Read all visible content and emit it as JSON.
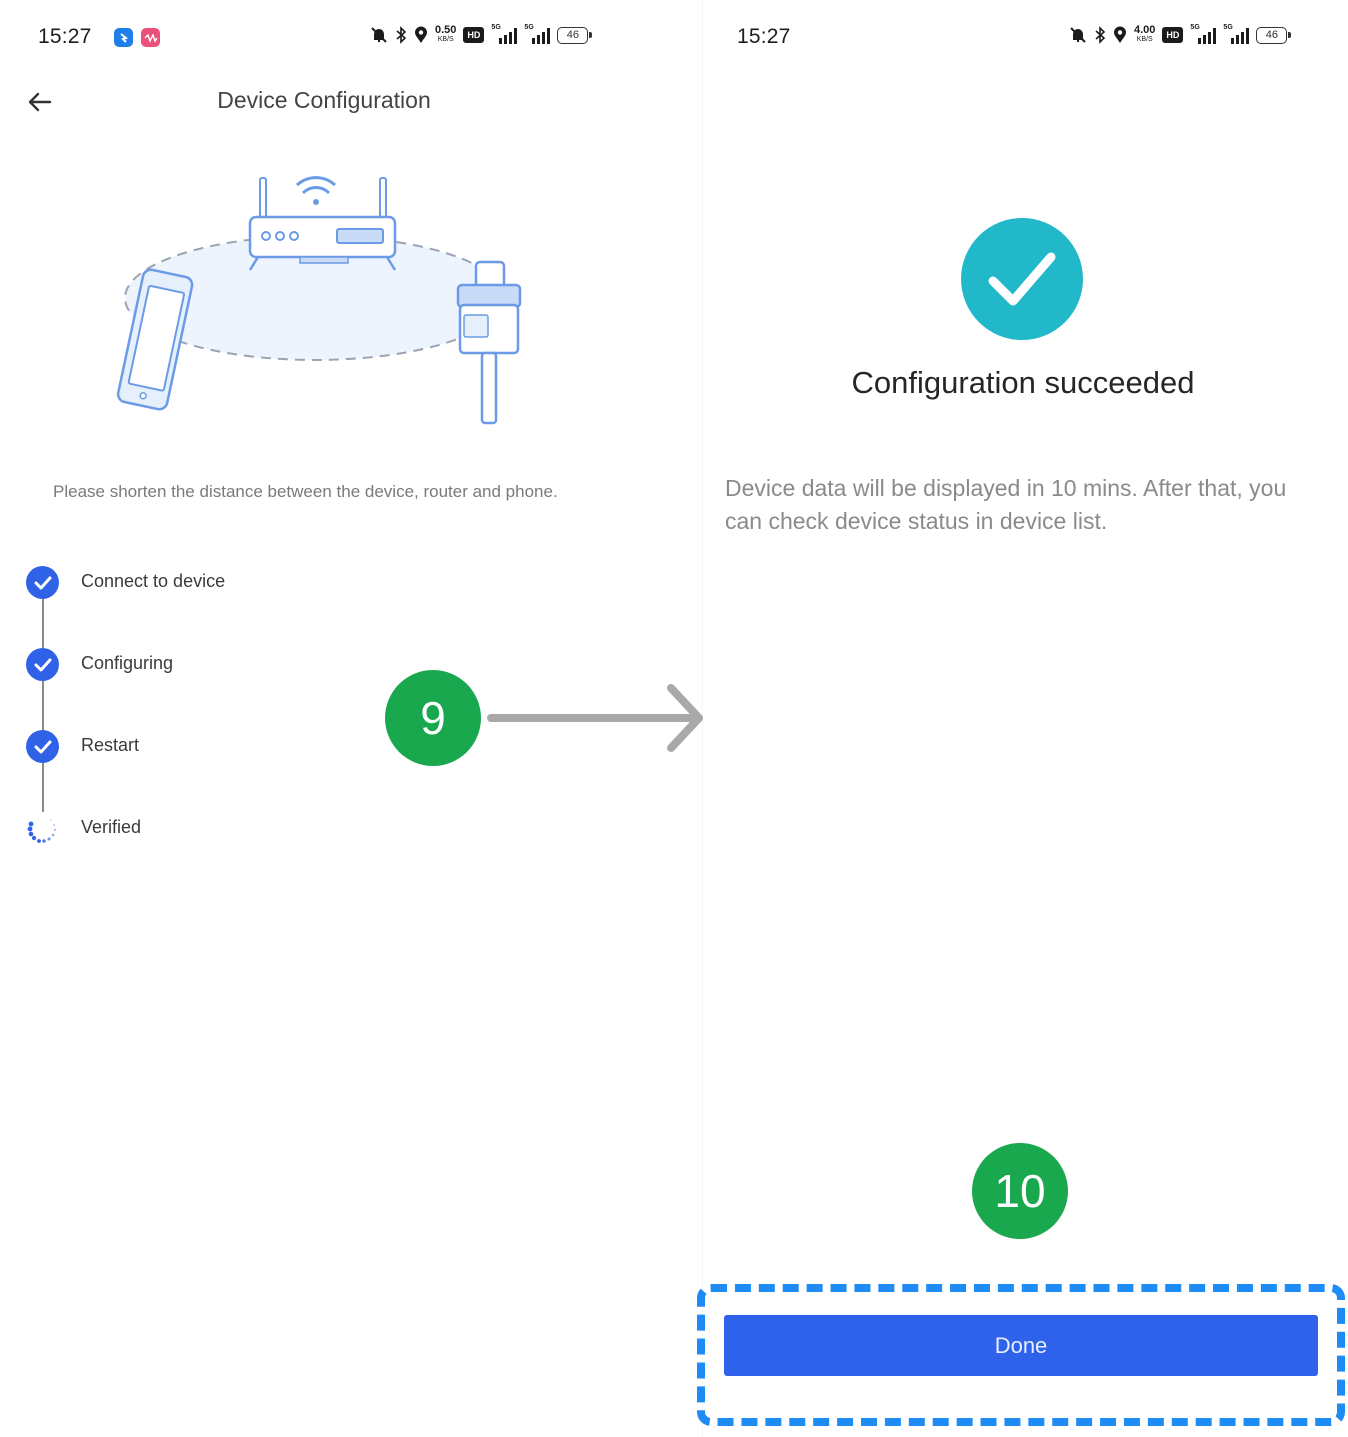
{
  "left_screen": {
    "status_bar": {
      "time": "15:27",
      "notification_icons": [
        "blue-app-icon",
        "pink-app-icon"
      ],
      "net_speed_value": "0.50",
      "net_speed_unit": "KB/S",
      "hd_label": "HD",
      "signal_tag_1": "5G",
      "signal_tag_2": "5G",
      "battery": "46",
      "icons": [
        "mute-bell-icon",
        "bluetooth-icon",
        "location-icon"
      ]
    },
    "header": {
      "back_icon": "arrow-left-icon",
      "title": "Device Configuration"
    },
    "illustration": "router-phone-device-range-illustration",
    "hint": "Please shorten the distance between the device, router and phone.",
    "steps": [
      {
        "label": "Connect to device",
        "status": "done"
      },
      {
        "label": "Configuring",
        "status": "done"
      },
      {
        "label": "Restart",
        "status": "done"
      },
      {
        "label": "Verified",
        "status": "loading"
      }
    ]
  },
  "annotations": {
    "step_9": "9",
    "step_10": "10",
    "badge_color": "#1aa84f",
    "highlight_color": "#1e8cf4"
  },
  "right_screen": {
    "status_bar": {
      "time": "15:27",
      "net_speed_value": "4.00",
      "net_speed_unit": "KB/S",
      "hd_label": "HD",
      "signal_tag_1": "5G",
      "signal_tag_2": "5G",
      "battery": "46"
    },
    "success_icon": "check-circle-icon",
    "success_color": "#21b8c9",
    "title": "Configuration succeeded",
    "description": "Device data will be displayed in 10 mins. After that, you can check device status in device list.",
    "done_button": "Done",
    "button_color": "#2f62ea"
  }
}
